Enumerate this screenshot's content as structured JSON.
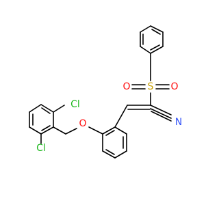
{
  "colors": {
    "background": "#ffffff",
    "bond": "#000000",
    "chlorine": "#1fb81f",
    "oxygen": "#ff0d0d",
    "sulfur": "#c8a000",
    "nitrogen": "#3050f8"
  },
  "atoms": {
    "cl_upper": "Cl",
    "cl_lower": "Cl",
    "ether_o": "O",
    "sulfonyl_s": "S",
    "sulfonyl_o_left": "O",
    "sulfonyl_o_right": "O",
    "nitrile_n": "N"
  }
}
